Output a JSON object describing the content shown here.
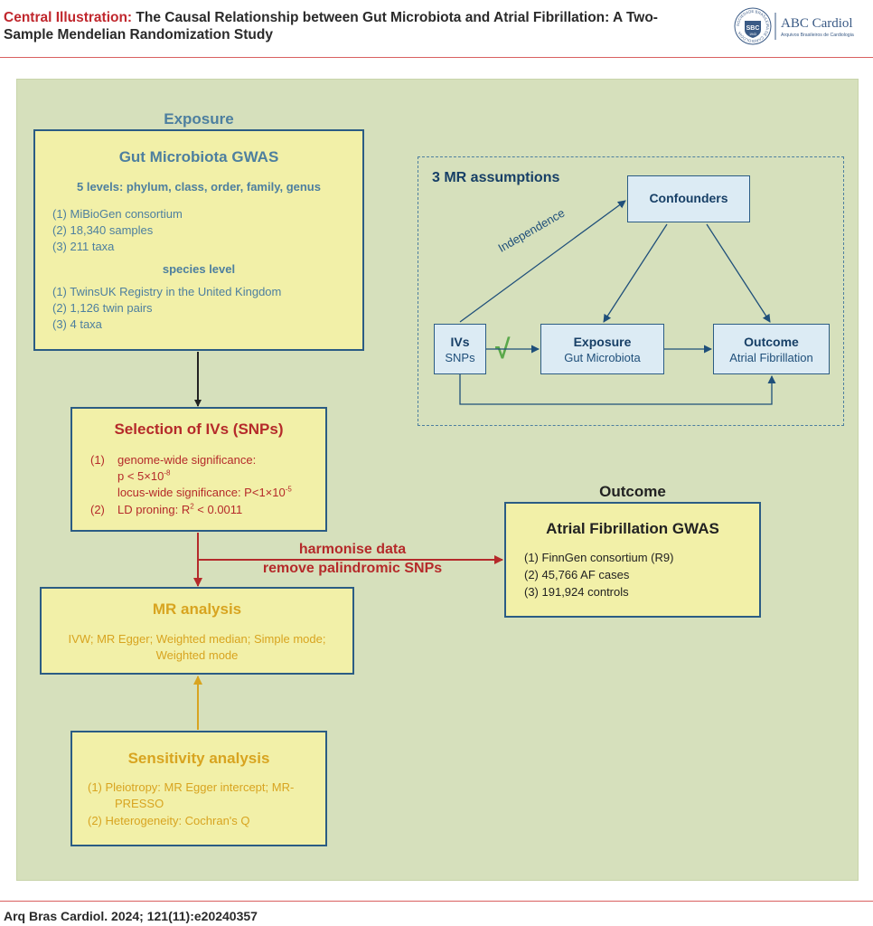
{
  "header": {
    "lead": "Central Illustration:",
    "title_line1": "The Causal Relationship between Gut Microbiota and Atrial Fibrillation: A Two-",
    "title_line2": "Sample Mendelian Randomization Study",
    "logo_text": "ABC Cardiol",
    "logo_subtitle": "Arquivos Brasileiros de Cardiologia",
    "seal_abbrev": "SBC",
    "seal_year": "1943",
    "seal_ring": "SOCIEDADE BRASILEIRA DE CARDIOLOGIA"
  },
  "exposure": {
    "heading": "Exposure",
    "box_title": "Gut Microbiota GWAS",
    "levels_heading": "5 levels: phylum, class, order, family, genus",
    "levels_items": [
      "(1) MiBioGen consortium",
      "(2) 18,340 samples",
      "(3) 211 taxa"
    ],
    "species_heading": "species level",
    "species_items": [
      "(1) TwinsUK Registry in the United Kingdom",
      "(2) 1,126 twin pairs",
      "(3) 4 taxa"
    ]
  },
  "selection": {
    "title": "Selection of IVs (SNPs)",
    "n1": "(1)",
    "n2": "(2)",
    "line1": "genome-wide significance:",
    "line2_pre": "p < 5×10",
    "line2_sup": "-8",
    "line3_pre": "locus-wide significance: P<1×10",
    "line3_sup": "-5",
    "line4_pre": "LD proning: R",
    "line4_sup": "2",
    "line4_post": " < 0.0011"
  },
  "harmonise": {
    "line1": "harmonise data",
    "line2": "remove palindromic SNPs"
  },
  "mr_analysis": {
    "title": "MR analysis",
    "line1": "IVW; MR Egger; Weighted median; Simple mode;",
    "line2": "Weighted mode"
  },
  "sensitivity": {
    "title": "Sensitivity analysis",
    "items": [
      "(1)  Pleiotropy: MR Egger intercept; MR-",
      "PRESSO",
      "(2)  Heterogeneity: Cochran's Q"
    ]
  },
  "outcome": {
    "heading": "Outcome",
    "box_title": "Atrial Fibrillation GWAS",
    "items": [
      "(1)   FinnGen consortium (R9)",
      "(2)   45,766 AF cases",
      "(3)   191,924 controls"
    ]
  },
  "assumptions": {
    "title": "3 MR assumptions",
    "confounders": "Confounders",
    "ivs_title": "IVs",
    "ivs_sub": "SNPs",
    "exposure_title": "Exposure",
    "exposure_sub": "Gut Microbiota",
    "outcome_title": "Outcome",
    "outcome_sub": "Atrial Fibrillation",
    "independence": "Independence",
    "check": "√"
  },
  "footer": {
    "citation": "Arq Bras Cardiol. 2024; 121(11):e20240357"
  },
  "colors": {
    "panel": "#d6e0bc",
    "box_fill": "#f2f0a8",
    "box_border": "#2b5c84",
    "red": "#b52a2a",
    "gold": "#d8a420",
    "blue_text": "#4d7f9f",
    "mr_box_fill": "#dcebf4"
  }
}
